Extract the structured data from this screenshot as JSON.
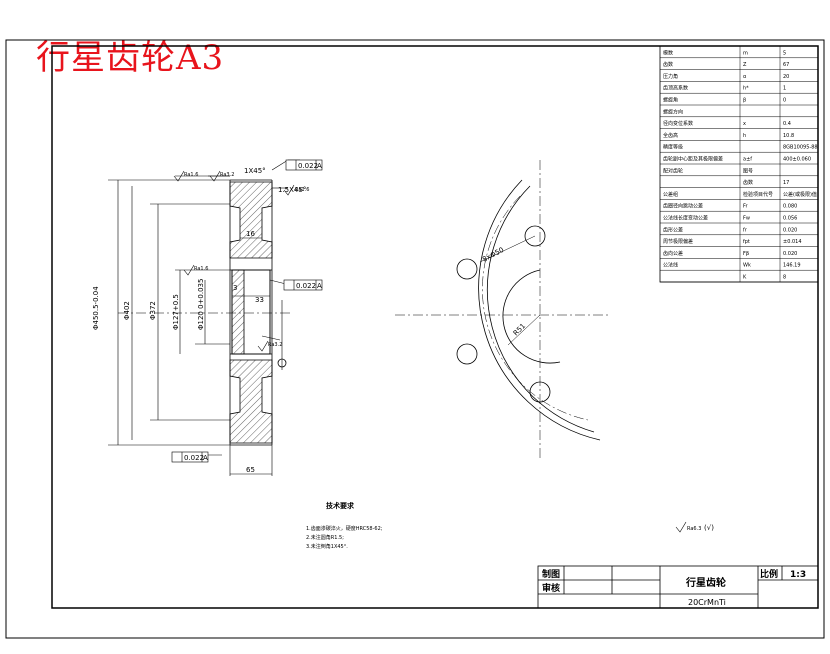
{
  "stamp_title": "行星齿轮A3",
  "param_table": [
    {
      "name": "模数",
      "sym": "m",
      "val": "5"
    },
    {
      "name": "齿数",
      "sym": "Z",
      "val": "67"
    },
    {
      "name": "压力角",
      "sym": "α",
      "val": "20"
    },
    {
      "name": "齿顶高系数",
      "sym": "h*",
      "val": "1"
    },
    {
      "name": "螺旋角",
      "sym": "β",
      "val": "0"
    },
    {
      "name": "螺旋方向",
      "sym": "",
      "val": ""
    },
    {
      "name": "径向变位系数",
      "sym": "x",
      "val": "0.4"
    },
    {
      "name": "全齿高",
      "sym": "h",
      "val": "10.8"
    },
    {
      "name": "精度等级",
      "sym": "",
      "val": "8GB10095-88"
    },
    {
      "name": "齿轮副中心距及其极限偏差",
      "sym": "a±f",
      "val": "400±0.060"
    },
    {
      "name": "配对齿轮",
      "sym": "图号",
      "val": ""
    },
    {
      "name": "",
      "sym": "齿数",
      "val": "17"
    },
    {
      "name": "公差组",
      "sym": "检验项目代号",
      "val": "公差(或极限)值"
    },
    {
      "name": "齿圈径向跳动公差",
      "sym": "Fr",
      "val": "0.080"
    },
    {
      "name": "公法线长度变动公差",
      "sym": "Fw",
      "val": "0.056"
    },
    {
      "name": "齿形公差",
      "sym": "fr",
      "val": "0.020"
    },
    {
      "name": "周节极限偏差",
      "sym": "fpt",
      "val": "±0.014"
    },
    {
      "name": "齿向公差",
      "sym": "Fβ",
      "val": "0.020"
    },
    {
      "name": "公法线",
      "sym": "Wk",
      "val": "146.19"
    },
    {
      "name": "",
      "sym": "K",
      "val": "8"
    }
  ],
  "dims": {
    "d1": "Φ450.5-0.04",
    "d2": "Φ402",
    "d3": "Φ372",
    "d4": "Φ127+0.5",
    "d5": "Φ120 0+0.035",
    "w1": "16",
    "w2": "33",
    "w3": "3",
    "w4": "65",
    "r1": "R51",
    "pcd": "8xΦ50",
    "ch1": "1X45°",
    "ch2": "1.5X45°",
    "tol1": "0.022",
    "tol2": "0.022",
    "tol3": "0.022",
    "datum": "A",
    "rough1": "Ra1.6",
    "rough2": "Ra3.2",
    "rough3": "Ra1.6",
    "rough4": "Ra1.6",
    "rough5": "Ra3.2",
    "rough_all": "Ra6.3"
  },
  "notes": {
    "title": "技术要求",
    "lines": [
      "1.齿面渗碳淬火，硬度HRC58-62;",
      "2.未注圆角R1.5;",
      "3.未注倒角1X45°."
    ]
  },
  "title_block": {
    "drawn_label": "制图",
    "check_label": "审核",
    "part_name": "行星齿轮",
    "material": "20CrMnTi",
    "scale_label": "比例",
    "scale_value": "1:3"
  }
}
